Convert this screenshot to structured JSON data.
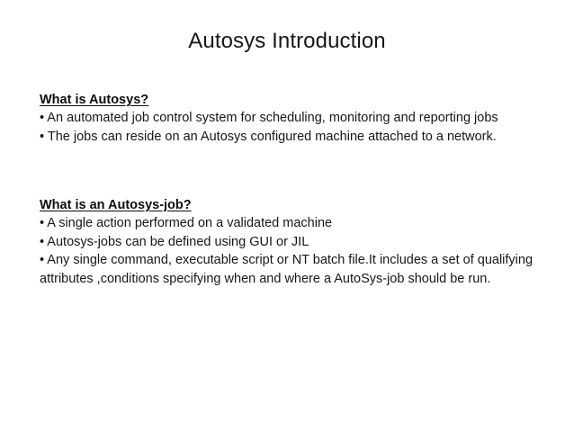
{
  "slide": {
    "title": "Autosys Introduction",
    "bullet_char": "•",
    "sections": [
      {
        "heading": "What is Autosys?",
        "bullets": [
          "• An automated job control system for scheduling, monitoring and reporting jobs",
          "• The jobs can reside on an Autosys configured machine attached to a network."
        ]
      },
      {
        "heading": "What is an Autosys-job?",
        "bullets": [
          "• A single action performed on a validated machine",
          "• Autosys-jobs can be defined using GUI or JIL",
          "• Any single command, executable script or NT batch file.It includes a set of qualifying attributes ,conditions specifying when and where a AutoSys-job should be run."
        ]
      }
    ]
  },
  "colors": {
    "background": "#ffffff",
    "text": "#171717",
    "heading": "#0d0d0d"
  }
}
